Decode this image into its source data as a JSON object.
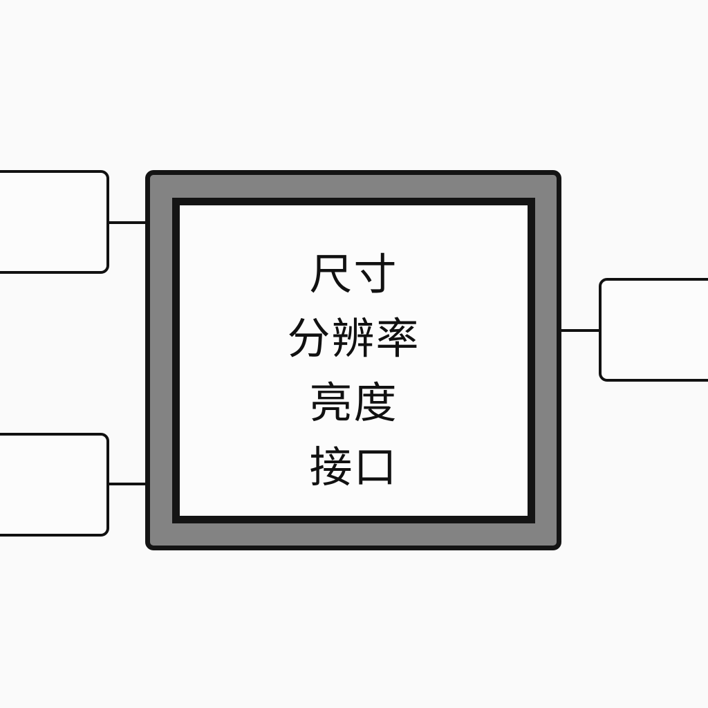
{
  "monitor": {
    "specs": [
      "尺寸",
      "分辨率",
      "亮度",
      "接口"
    ]
  },
  "colors": {
    "stroke": "#111111",
    "bezel": "#838383",
    "screen": "#fcfcfc",
    "background": "#fafafa"
  }
}
